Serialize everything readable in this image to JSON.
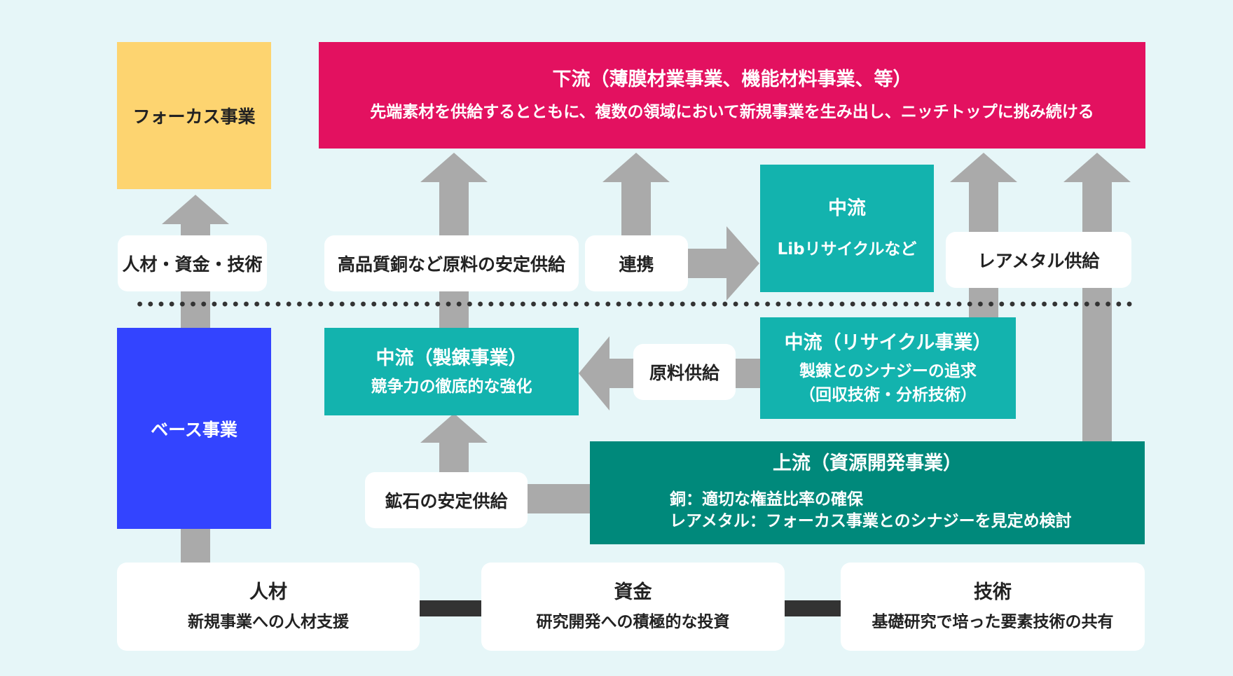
{
  "colors": {
    "background": "#e6f6f8",
    "focus": "#fdd470",
    "downstream": "#e31160",
    "base": "#3344ff",
    "teal": "#13b3ae",
    "dark_teal": "#00897b",
    "arrow": "#aaaaaa",
    "connector": "#333333"
  },
  "focus_business": {
    "label": "フォーカス事業"
  },
  "base_business": {
    "label": "ベース事業"
  },
  "downstream": {
    "title": "下流（薄膜材業事業、機能材料事業、等）",
    "desc": "先端素材を供給するとともに、複数の領域において新規事業を生み出し、ニッチトップに挑み続ける"
  },
  "midstream_lib": {
    "title": "中流",
    "sub": "Libリサイクルなど"
  },
  "midstream_smelting": {
    "title": "中流（製錬事業）",
    "sub": "競争力の徹底的な強化"
  },
  "midstream_recycle": {
    "title": "中流（リサイクル事業）",
    "line1": "製錬とのシナジーの追求",
    "line2": "（回収技術・分析技術）"
  },
  "upstream": {
    "title": "上流（資源開発事業）",
    "line1": "銅：適切な権益比率の確保",
    "line2": "レアメタル：フォーカス事業とのシナジーを見定め検討"
  },
  "labels": {
    "resources": "人材・資金・技術",
    "high_quality_copper": "高品質銅など原料の安定供給",
    "cooperation": "連携",
    "rare_metal": "レアメタル供給",
    "raw_material": "原料供給",
    "ore": "鉱石の安定供給"
  },
  "foundation": [
    {
      "title": "人材",
      "sub": "新規事業への人材支援"
    },
    {
      "title": "資金",
      "sub": "研究開発への積極的な投資"
    },
    {
      "title": "技術",
      "sub": "基礎研究で培った要素技術の共有"
    }
  ]
}
